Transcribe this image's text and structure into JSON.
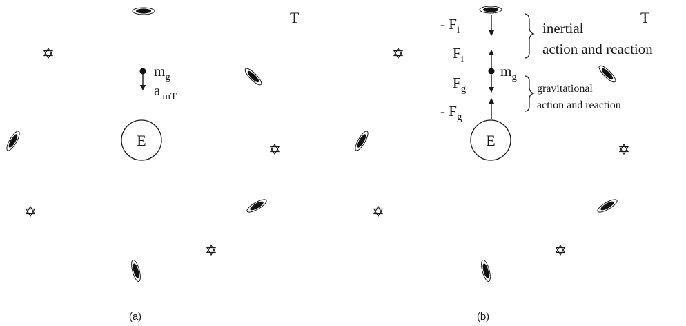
{
  "panel_a": {
    "label": "(a)",
    "region_label": "T",
    "earth_label": "E",
    "mass_label": "m",
    "mass_sub": "g",
    "accel_label": "a",
    "accel_sub": "mT"
  },
  "panel_b": {
    "label": "(b)",
    "region_label": "T",
    "earth_label": "E",
    "mass_label": "m",
    "mass_sub": "g",
    "neg_fi_label": "- F",
    "neg_fi_sub": "i",
    "fi_label": "F",
    "fi_sub": "i",
    "fg_label": "F",
    "fg_sub": "g",
    "neg_fg_label": "- F",
    "neg_fg_sub": "g",
    "inertial_line1": "inertial",
    "inertial_line2": "action and reaction",
    "grav_line1": "gravitational",
    "grav_line2": "action and reaction"
  },
  "icons": {
    "star": "star-of-david-icon",
    "galaxy": "spiral-galaxy-icon"
  }
}
